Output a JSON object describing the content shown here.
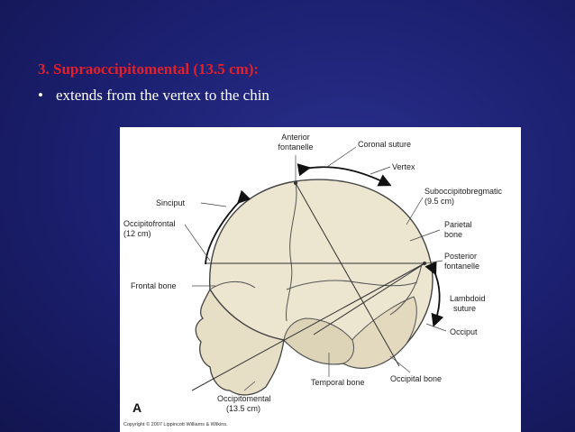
{
  "slide": {
    "heading": "3. Supraoccipitomental (13.5 cm):",
    "bullet_symbol": "•",
    "bullet_text": "extends from the vertex to the chin"
  },
  "figure": {
    "labels": {
      "anterior_fontanelle_1": "Anterior",
      "anterior_fontanelle_2": "fontanelle",
      "coronal_suture": "Coronal suture",
      "vertex": "Vertex",
      "sinciput": "Sinciput",
      "suboccipitobregmatic_1": "Suboccipitobregmatic",
      "suboccipitobregmatic_2": "(9.5 cm)",
      "occipitofrontal_1": "Occipitofrontal",
      "occipitofrontal_2": "(12 cm)",
      "parietal_bone_1": "Parietal",
      "parietal_bone_2": "bone",
      "posterior_fontanelle_1": "Posterior",
      "posterior_fontanelle_2": "fontanelle",
      "frontal_bone": "Frontal bone",
      "lambdoid_suture_1": "Lambdoid",
      "lambdoid_suture_2": "suture",
      "occiput": "Occiput",
      "temporal_bone": "Temporal bone",
      "occipital_bone": "Occipital bone",
      "occipitomental_1": "Occipitomental",
      "occipitomental_2": "(13.5 cm)"
    },
    "panel_letter": "A",
    "copyright": "Copyright © 2007 Lippincott Williams & Wilkins."
  },
  "colors": {
    "heading": "#e0202a",
    "bone_fill": "#ece5cf",
    "bone_stroke": "#444444"
  }
}
